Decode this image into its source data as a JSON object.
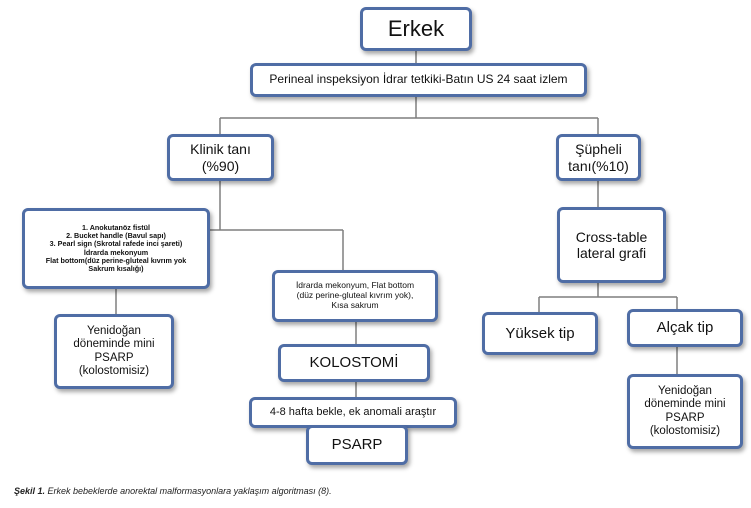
{
  "nodes": {
    "root": "Erkek",
    "inspection": "Perineal inspeksiyon İdrar tetkiki-Batın US 24 saat izlem",
    "clinical": "Klinik tanı\n(%90)",
    "suspect": "Şüpheli\ntanı(%10)",
    "findings": "1. Anokutanöz fistül\n2. Bucket handle (Bavul sapı)\n3. Pearl sign (Skrotal rafede inci şareti)\nİdrarda mekonyum\nFlat bottom(düz perine-gluteal kıvrım yok\nSakrum kısalığı)",
    "newborn_left": "Yenidoğan\ndöneminde mini\nPSARP\n(kolostomisiz)",
    "urine_meconium": "İdrarda mekonyum, Flat bottom\n(düz perine-gluteal kıvrım yok),\nKısa sakrum",
    "colostomy": "KOLOSTOMİ",
    "wait": "4-8 hafta bekle, ek anomali araştır",
    "psarp": "PSARP",
    "crosstable": "Cross-table\nlateral grafi",
    "high": "Yüksek tip",
    "low": "Alçak tip",
    "newborn_right": "Yenidoğan\ndöneminde mini\nPSARP\n(kolostomisiz)"
  },
  "caption": {
    "label": "Şekil 1.",
    "text": " Erkek bebeklerde anorektal malformasyonlara yaklaşım algoritması (8)."
  },
  "colors": {
    "box_border": "#4f6da5",
    "connector": "#7f7f7f"
  }
}
